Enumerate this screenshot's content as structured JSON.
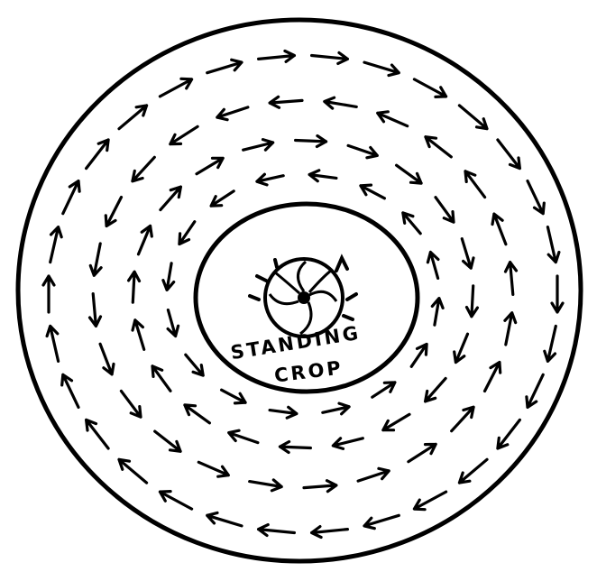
{
  "label": {
    "line1": "STANDING",
    "line2": "CROP"
  },
  "style": {
    "ink": "#000000",
    "paper": "#ffffff"
  },
  "rings": [
    {
      "name": "ring-1",
      "direction": "clockwise"
    },
    {
      "name": "ring-2",
      "direction": "counterclockwise"
    },
    {
      "name": "ring-3",
      "direction": "clockwise"
    },
    {
      "name": "ring-4",
      "direction": "counterclockwise"
    }
  ]
}
